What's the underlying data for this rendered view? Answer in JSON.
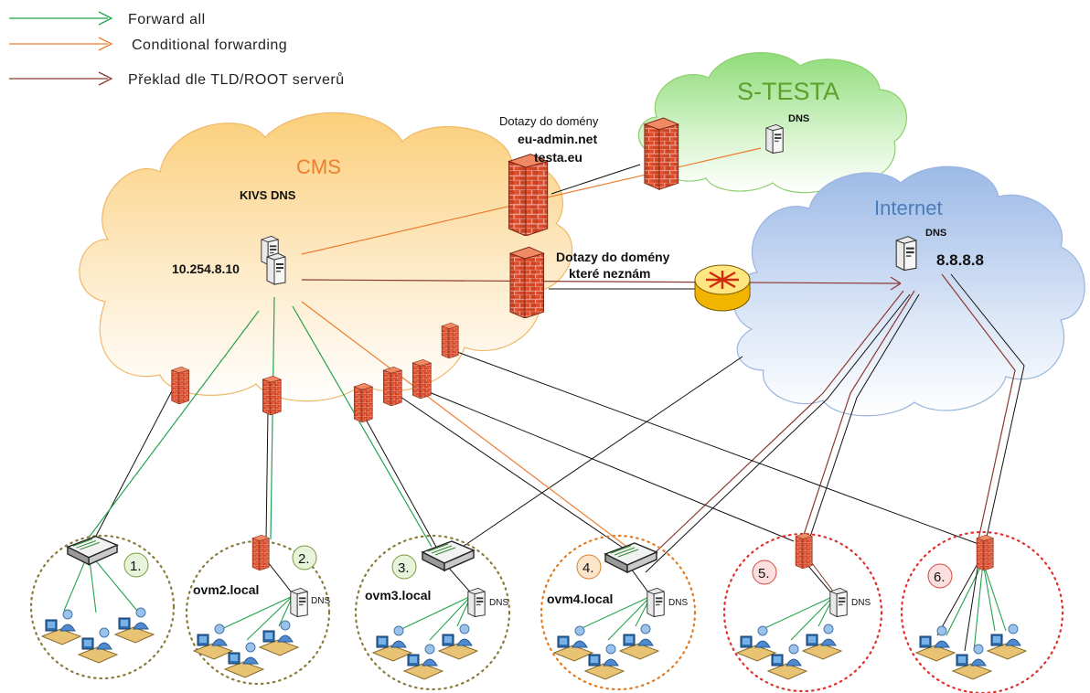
{
  "legend": {
    "forward_all": "Forward all",
    "conditional": "Conditional forwarding",
    "tld_root": "Překlad dle TLD/ROOT serverů"
  },
  "clouds": {
    "cms": "CMS",
    "stesta": "S-TESTA",
    "internet": "Internet"
  },
  "cms": {
    "kivs_dns": "KIVS DNS",
    "ip": "10.254.8.10"
  },
  "stesta_dns": "DNS",
  "internet_dns": {
    "label": "DNS",
    "ip": "8.8.8.8"
  },
  "firewall_top": {
    "query_label": "Dotazy do domény",
    "domain1": "eu-admin.net",
    "domain2": "testa.eu"
  },
  "firewall_mid": {
    "line1": "Dotazy do domény",
    "line2": "které neznám"
  },
  "sites": [
    {
      "number": "1.",
      "domain": ""
    },
    {
      "number": "2.",
      "domain": "ovm2.local",
      "dns": "DNS"
    },
    {
      "number": "3.",
      "domain": "ovm3.local",
      "dns": "DNS"
    },
    {
      "number": "4.",
      "domain": "ovm4.local",
      "dns": "DNS"
    },
    {
      "number": "5.",
      "domain": "",
      "dns": "DNS"
    },
    {
      "number": "6.",
      "domain": ""
    }
  ],
  "colors": {
    "forward": "#22a34a",
    "conditional": "#ed7d31",
    "tld": "#8b3a2f",
    "cms_text": "#ed7d31",
    "stesta_text": "#5aa02c",
    "internet_text": "#4a7ebb",
    "site_olive": "#8a7a3a",
    "site_orange": "#e07b22",
    "site_red": "#e0302a"
  }
}
